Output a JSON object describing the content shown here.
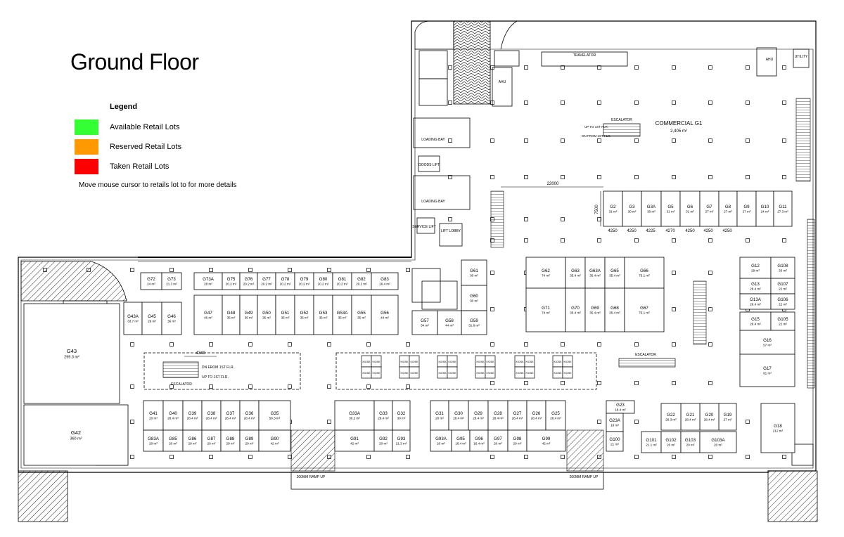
{
  "page": {
    "title": "Ground Floor"
  },
  "legend": {
    "heading": "Legend",
    "items": [
      {
        "label": "Available Retail Lots",
        "color": "#33ff33"
      },
      {
        "label": "Reserved Retail Lots",
        "color": "#ff9900"
      },
      {
        "label": "Taken Retail Lots",
        "color": "#ff0000"
      }
    ],
    "hint": "Move mouse cursor to retails lot to for more details"
  },
  "plan": {
    "commercial": {
      "name": "COMMERCIAL  G1",
      "area": "2,405 m²"
    },
    "dimensions": [
      "22000",
      "7500",
      "4340",
      "4250",
      "4250",
      "4225",
      "4270",
      "4250",
      "4250",
      "4250"
    ],
    "labels": {
      "escalator": "ESCALATOR",
      "up_to_1st": "UP TO 1ST FLR.",
      "dn_from_1st": "DN FROM 1ST FLR.",
      "ramp_up": "200MM RAMP UP",
      "loading_bay": "LOADING BAY",
      "service_lift": "SERVICE LIFT",
      "lift_lobby": "LIFT LOBBY",
      "goods_lift": "GOODS LIFT",
      "ahu": "AHU",
      "utility": "UTILITY",
      "travelator": "TRAVELATOR",
      "kiosk": "KIOSK"
    },
    "lots": [
      {
        "id": "G2",
        "area": "31 m²"
      },
      {
        "id": "G3",
        "area": "30 m²"
      },
      {
        "id": "G3A",
        "area": "30 m²"
      },
      {
        "id": "G5",
        "area": "31 m²"
      },
      {
        "id": "G6",
        "area": "31 m²"
      },
      {
        "id": "G7",
        "area": "27 m²"
      },
      {
        "id": "G8",
        "area": "27 m²"
      },
      {
        "id": "G9",
        "area": "27 m²"
      },
      {
        "id": "G10",
        "area": "24 m²"
      },
      {
        "id": "G11",
        "area": "27.3 m²"
      },
      {
        "id": "G12",
        "area": "29 m²"
      },
      {
        "id": "G108",
        "area": "33 m²"
      },
      {
        "id": "G13",
        "area": "28.4 m²"
      },
      {
        "id": "G107",
        "area": "22 m²"
      },
      {
        "id": "G13A",
        "area": "28.4 m²"
      },
      {
        "id": "G106",
        "area": "22 m²"
      },
      {
        "id": "G15",
        "area": "28.4 m²"
      },
      {
        "id": "G105",
        "area": "22 m²"
      },
      {
        "id": "G16",
        "area": "57 m²"
      },
      {
        "id": "G17",
        "area": "91 m²"
      },
      {
        "id": "G18",
        "area": "212 m²"
      },
      {
        "id": "G19",
        "area": "27 m²"
      },
      {
        "id": "G20",
        "area": "28.4 m²"
      },
      {
        "id": "G21",
        "area": "28.4 m²"
      },
      {
        "id": "G22",
        "area": "29.3 m²"
      },
      {
        "id": "G23",
        "area": "18.4 m²"
      },
      {
        "id": "G23A",
        "area": "18 m²"
      },
      {
        "id": "G100",
        "area": "21 m²"
      },
      {
        "id": "G101",
        "area": "21.1 m²"
      },
      {
        "id": "G102",
        "area": "20 m²"
      },
      {
        "id": "G103",
        "area": "20 m²"
      },
      {
        "id": "G103A",
        "area": "20 m²"
      },
      {
        "id": "G62",
        "area": "74 m²"
      },
      {
        "id": "G63",
        "area": "35.4 m²"
      },
      {
        "id": "G63A",
        "area": "35.4 m²"
      },
      {
        "id": "G65",
        "area": "35.4 m²"
      },
      {
        "id": "G66",
        "area": "75.1 m²"
      },
      {
        "id": "G71",
        "area": "74 m²"
      },
      {
        "id": "G70",
        "area": "35.4 m²"
      },
      {
        "id": "G69",
        "area": "35.4 m²"
      },
      {
        "id": "G68",
        "area": "35.4 m²"
      },
      {
        "id": "G67",
        "area": "75.1 m²"
      },
      {
        "id": "G61",
        "area": "30 m²"
      },
      {
        "id": "G60",
        "area": "30 m²"
      },
      {
        "id": "G59",
        "area": "31.6 m²"
      },
      {
        "id": "G58",
        "area": "44 m²"
      },
      {
        "id": "G57",
        "area": "34 m²"
      },
      {
        "id": "G72",
        "area": "24 m²"
      },
      {
        "id": "G73",
        "area": "21.3 m²"
      },
      {
        "id": "G73A",
        "area": "28 m²"
      },
      {
        "id": "G75",
        "area": "20.2 m²"
      },
      {
        "id": "G76",
        "area": "20.2 m²"
      },
      {
        "id": "G77",
        "area": "20.2 m²"
      },
      {
        "id": "G78",
        "area": "20.2 m²"
      },
      {
        "id": "G79",
        "area": "20.2 m²"
      },
      {
        "id": "G80",
        "area": "20.2 m²"
      },
      {
        "id": "G81",
        "area": "20.2 m²"
      },
      {
        "id": "G82",
        "area": "20.2 m²"
      },
      {
        "id": "G83",
        "area": "26.4 m²"
      },
      {
        "id": "G43A",
        "area": "33.7 m²"
      },
      {
        "id": "G45",
        "area": "29 m²"
      },
      {
        "id": "G46",
        "area": "36 m²"
      },
      {
        "id": "G47",
        "area": "46 m²"
      },
      {
        "id": "G48",
        "area": "35 m²"
      },
      {
        "id": "G49",
        "area": "35 m²"
      },
      {
        "id": "G50",
        "area": "35 m²"
      },
      {
        "id": "G51",
        "area": "35 m²"
      },
      {
        "id": "G52",
        "area": "35 m²"
      },
      {
        "id": "G53",
        "area": "35 m²"
      },
      {
        "id": "G53A",
        "area": "35 m²"
      },
      {
        "id": "G55",
        "area": "35 m²"
      },
      {
        "id": "G56",
        "area": "44 m²"
      },
      {
        "id": "G43",
        "area": "299.3 m²"
      },
      {
        "id": "G42",
        "area": "360 m²"
      },
      {
        "id": "G41",
        "area": "20 m²"
      },
      {
        "id": "G40",
        "area": "28.4 m²"
      },
      {
        "id": "G39",
        "area": "28.4 m²"
      },
      {
        "id": "G38",
        "area": "28.4 m²"
      },
      {
        "id": "G37",
        "area": "28.4 m²"
      },
      {
        "id": "G36",
        "area": "28.4 m²"
      },
      {
        "id": "G35",
        "area": "58.3 m²"
      },
      {
        "id": "G83A",
        "area": "20 m²"
      },
      {
        "id": "G85",
        "area": "20 m²"
      },
      {
        "id": "G86",
        "area": "20 m²"
      },
      {
        "id": "G87",
        "area": "20 m²"
      },
      {
        "id": "G88",
        "area": "20 m²"
      },
      {
        "id": "G89",
        "area": "20 m²"
      },
      {
        "id": "G90",
        "area": "42 m²"
      },
      {
        "id": "G33A",
        "area": "30.2 m²"
      },
      {
        "id": "G33",
        "area": "28.4 m²"
      },
      {
        "id": "G32",
        "area": "30 m²"
      },
      {
        "id": "G91",
        "area": "42 m²"
      },
      {
        "id": "G92",
        "area": "20 m²"
      },
      {
        "id": "G93",
        "area": "21.3 m²"
      },
      {
        "id": "G31",
        "area": "20 m²"
      },
      {
        "id": "G30",
        "area": "28.4 m²"
      },
      {
        "id": "G29",
        "area": "28.4 m²"
      },
      {
        "id": "G28",
        "area": "28.4 m²"
      },
      {
        "id": "G27",
        "area": "28.4 m²"
      },
      {
        "id": "G26",
        "area": "28.4 m²"
      },
      {
        "id": "G25",
        "area": "28.4 m²"
      },
      {
        "id": "G93A",
        "area": "20 m²"
      },
      {
        "id": "G95",
        "area": "16.4 m²"
      },
      {
        "id": "G96",
        "area": "16.4 m²"
      },
      {
        "id": "G97",
        "area": "20 m²"
      },
      {
        "id": "G98",
        "area": "20 m²"
      },
      {
        "id": "G99",
        "area": "42 m²"
      }
    ]
  }
}
